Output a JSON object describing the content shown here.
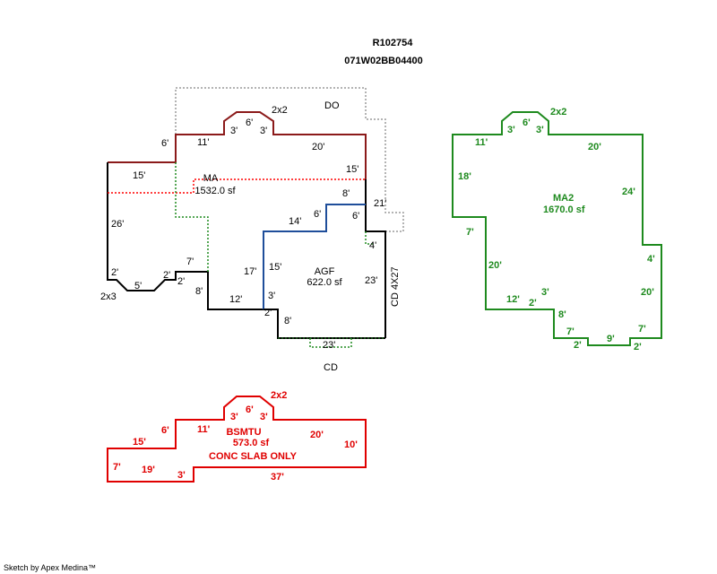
{
  "header": {
    "parcel_id": "R102754",
    "map_ref": "071W02BB04400"
  },
  "footer": {
    "credit": "Sketch by Apex Medina™"
  },
  "colors": {
    "main": "#000000",
    "ma": "#8b1a1a",
    "ma_dotted": "#ff0000",
    "agf": "#1f4e9a",
    "dotted_green": "#1e8a1e",
    "do_gray": "#9a9a9a",
    "ma2": "#1e8a1e",
    "bsmtu": "#e00000"
  },
  "main_sketch": {
    "do_label": "DO",
    "ma": {
      "name": "MA",
      "area": "1532.0 sf"
    },
    "agf": {
      "name": "AGF",
      "area": "622.0 sf"
    },
    "cd_right": "CD 4X27",
    "cd_bottom": "CD",
    "dims": {
      "d_2x2": "2x2",
      "d_6top": "6'",
      "d_3l": "3'",
      "d_3r": "3'",
      "d_6l": "6'",
      "d_11": "11'",
      "d_20": "20'",
      "d_15l": "15'",
      "d_15r": "15'",
      "d_8": "8'",
      "d_21": "21'",
      "d_14": "14'",
      "d_6a": "6'",
      "d_6b": "6'",
      "d_26": "26'",
      "d_4": "4'",
      "d_2l": "2'",
      "d_2m": "2'",
      "d_7": "7'",
      "d_17": "17'",
      "d_15agf": "15'",
      "d_2x3": "2x3",
      "d_5": "5'",
      "d_2s": "2'",
      "d_8l": "8'",
      "d_23r": "23'",
      "d_12": "12'",
      "d_3b": "3'",
      "d_2b": "2'",
      "d_8b": "8'",
      "d_23b": "23'"
    }
  },
  "ma2_sketch": {
    "name": "MA2",
    "area": "1670.0 sf",
    "dims": {
      "d_2x2": "2x2",
      "d_6": "6'",
      "d_3l": "3'",
      "d_3r": "3'",
      "d_11": "11'",
      "d_20": "20'",
      "d_18": "18'",
      "d_24": "24'",
      "d_7l": "7'",
      "d_4": "4'",
      "d_20m": "20'",
      "d_20r": "20'",
      "d_12": "12'",
      "d_3b": "3'",
      "d_2": "2'",
      "d_8": "8'",
      "d_7a": "7'",
      "d_7b": "7'",
      "d_2bl": "2'",
      "d_9": "9'",
      "d_2br": "2'"
    }
  },
  "bsmtu_sketch": {
    "name": "BSMTU",
    "area": "573.0 sf",
    "note": "CONC SLAB ONLY",
    "dims": {
      "d_2x2": "2x2",
      "d_6": "6'",
      "d_3l": "3'",
      "d_3r": "3'",
      "d_11": "11'",
      "d_6l": "6'",
      "d_20": "20'",
      "d_15": "15'",
      "d_10": "10'",
      "d_7": "7'",
      "d_19": "19'",
      "d_3b": "3'",
      "d_37": "37'"
    }
  }
}
